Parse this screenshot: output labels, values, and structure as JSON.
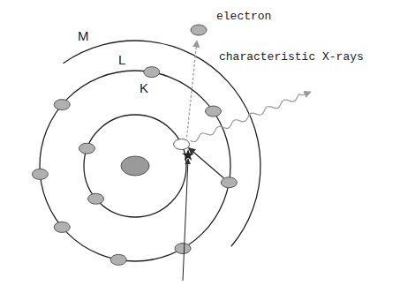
{
  "diagram": {
    "labels": [
      "electron",
      "M",
      "L",
      "characteristic X-rays",
      "K"
    ]
  }
}
